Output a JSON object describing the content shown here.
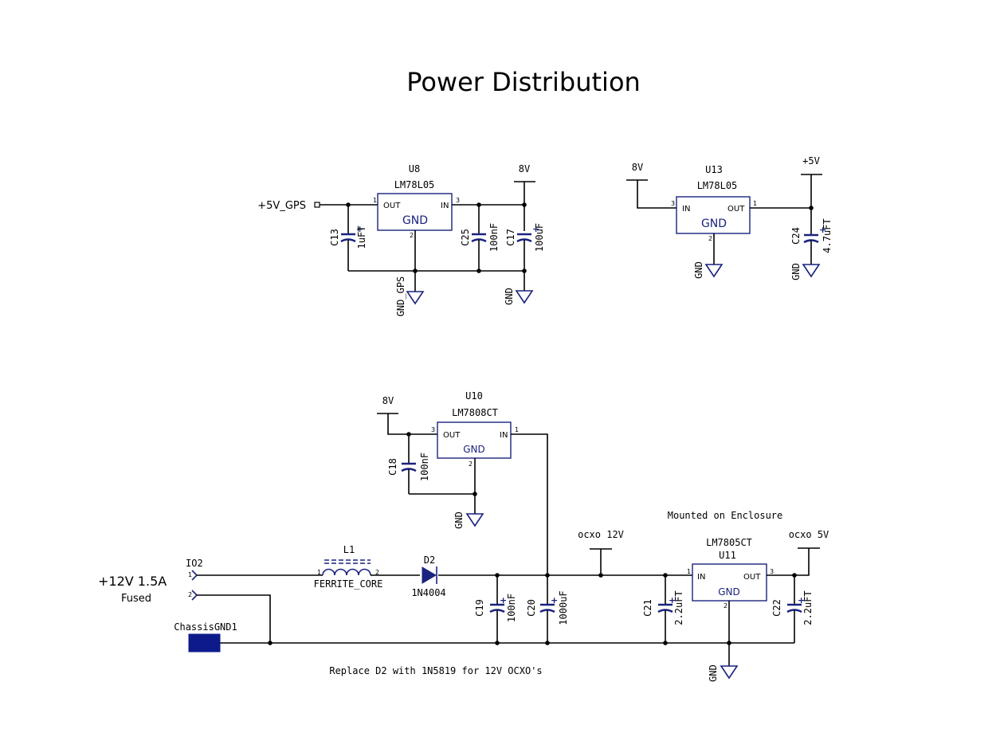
{
  "title": "Power Distribution",
  "u8": {
    "ref": "U8",
    "part": "LM78L05",
    "gnd": "GND",
    "out_label": "OUT",
    "in_label": "IN",
    "pin_out": "1",
    "pin_in": "3",
    "pin_gnd": "2"
  },
  "u13": {
    "ref": "U13",
    "part": "LM78L05",
    "gnd": "GND",
    "out_label": "OUT",
    "in_label": "IN",
    "pin_out": "1",
    "pin_in": "3",
    "pin_gnd": "2"
  },
  "u10": {
    "ref": "U10",
    "part": "LM7808CT",
    "gnd": "GND",
    "out_label": "OUT",
    "in_label": "IN",
    "pin_out": "3",
    "pin_in": "1",
    "pin_gnd": "2"
  },
  "u11": {
    "ref": "U11",
    "part": "LM7805CT",
    "gnd": "GND",
    "out_label": "OUT",
    "in_label": "IN",
    "pin_out": "3",
    "pin_in": "1",
    "pin_gnd": "2"
  },
  "nets": {
    "v5_gps": "+5V_GPS",
    "v8": "8V",
    "v5": "+5V",
    "gnd": "GND",
    "gnd_gps": "GND_GPS",
    "ocxo12": "ocxo 12V",
    "ocxo5": "ocxo 5V"
  },
  "caps": {
    "c13": {
      "ref": "C13",
      "value": "1uFT"
    },
    "c25": {
      "ref": "C25",
      "value": "100nF"
    },
    "c17": {
      "ref": "C17",
      "value": "100uF"
    },
    "c24": {
      "ref": "C24",
      "value": "4.7uFT"
    },
    "c18": {
      "ref": "C18",
      "value": "100nF"
    },
    "c19": {
      "ref": "C19",
      "value": "100nF"
    },
    "c20": {
      "ref": "C20",
      "value": "1000uF"
    },
    "c21": {
      "ref": "C21",
      "value": "2.2uFT"
    },
    "c22": {
      "ref": "C22",
      "value": "2.2uFT"
    }
  },
  "l1": {
    "ref": "L1",
    "value": "FERRITE_CORE",
    "pin1": "1",
    "pin2": "2"
  },
  "d2": {
    "ref": "D2",
    "value": "1N4004"
  },
  "io2": {
    "ref": "IO2",
    "pin1": "1",
    "pin2": "2"
  },
  "input_label": "+12V 1.5A",
  "input_sub": "Fused",
  "chassis": "ChassisGND1",
  "note_enclosure": "Mounted on Enclosure",
  "note_replace": "Replace D2 with 1N5819 for 12V OCXO's",
  "plus": "+"
}
